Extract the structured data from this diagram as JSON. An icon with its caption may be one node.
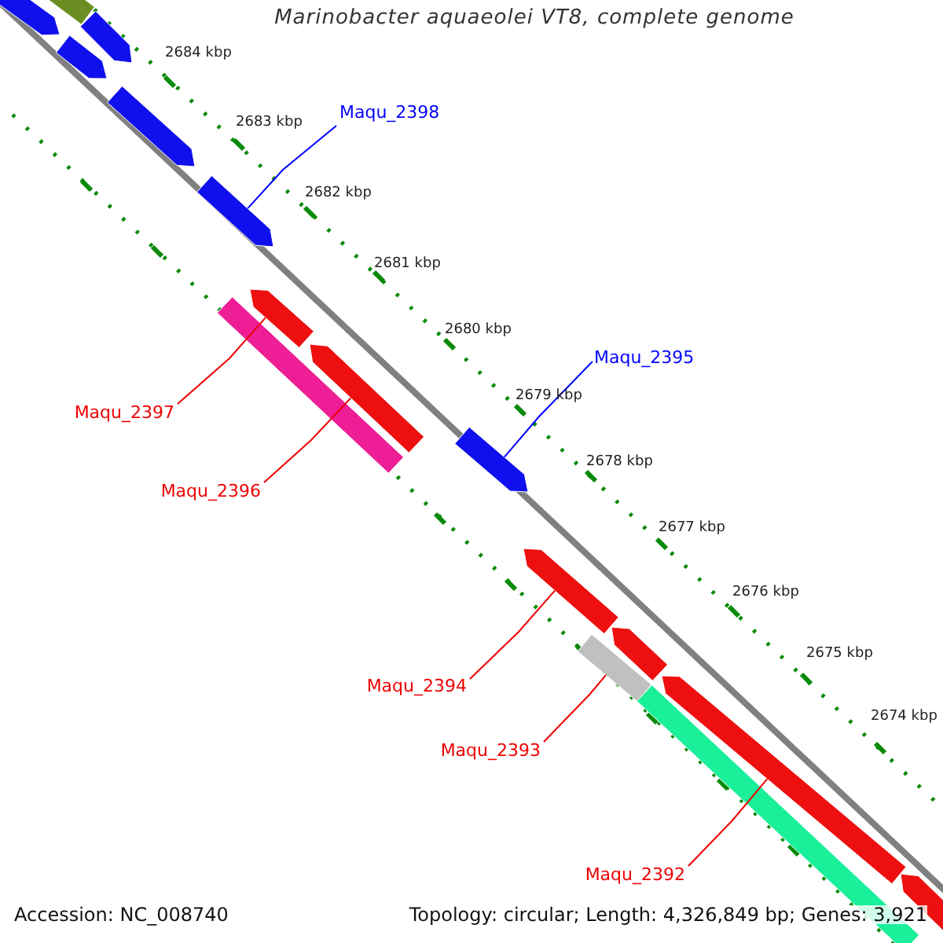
{
  "diagram": {
    "title": "Marinobacter aquaeolei VT8, complete genome",
    "nodes": [
      {
        "text": [],
        "shape": "bar"
      },
      {
        "text": [],
        "shape": "bar"
      },
      {
        "text": [],
        "shape": "bar"
      },
      {
        "text": [],
        "shape": "bar"
      },
      {
        "text": [],
        "shape": "bar"
      },
      {
        "text": [],
        "shape": "bar"
      },
      {
        "text": [],
        "shape": "bar"
      },
      {
        "text": [],
        "shape": "bar"
      },
      {
        "text": [],
        "shape": "bar"
      },
      {
        "text": [],
        "shape": "bar"
      },
      {
        "text": [],
        "shape": "bar"
      },
      {
        "text": [],
        "shape": "bar"
      },
      {
        "text": [],
        "shape": "bar"
      },
      {
        "text": [],
        "shape": "bar"
      },
      {
        "text": [],
        "shape": "bar"
      },
      {
        "text": [],
        "shape": "bar"
      },
      {
        "text": [
          "Maqu_2398"
        ]
      },
      {
        "text": [
          "Maqu_2395"
        ]
      },
      {
        "text": [
          "Maqu_2397"
        ]
      },
      {
        "text": [
          "Maqu_2396"
        ]
      },
      {
        "text": [
          "Maqu_2394"
        ]
      },
      {
        "text": [
          "Maqu_2393"
        ]
      },
      {
        "text": [
          "Maqu_2392"
        ]
      }
    ],
    "edges": [
      {
        "from": 16,
        "to": 5,
        "arrow": "none",
        "color": "#0000ff"
      },
      {
        "from": 17,
        "to": 8,
        "arrow": "none",
        "color": "#0000ff"
      },
      {
        "from": 18,
        "to": 6,
        "arrow": "none"
      },
      {
        "from": 19,
        "to": 9,
        "arrow": "none"
      },
      {
        "from": 20,
        "to": 10,
        "arrow": "none"
      },
      {
        "from": 21,
        "to": 11,
        "arrow": "none"
      },
      {
        "from": 22,
        "to": 13,
        "arrow": "none"
      }
    ],
    "labels": [
      "2684 kbp",
      "2683 kbp",
      "2682 kbp",
      "2681 kbp",
      "2680 kbp",
      "2679 kbp",
      "2678 kbp",
      "2677 kbp",
      "2676 kbp",
      "2675 kbp",
      "2674 kbp",
      "Accession: NC_008740",
      "Topology: circular; Length: 4,326,849 bp; Genes: 3,921"
    ]
  }
}
